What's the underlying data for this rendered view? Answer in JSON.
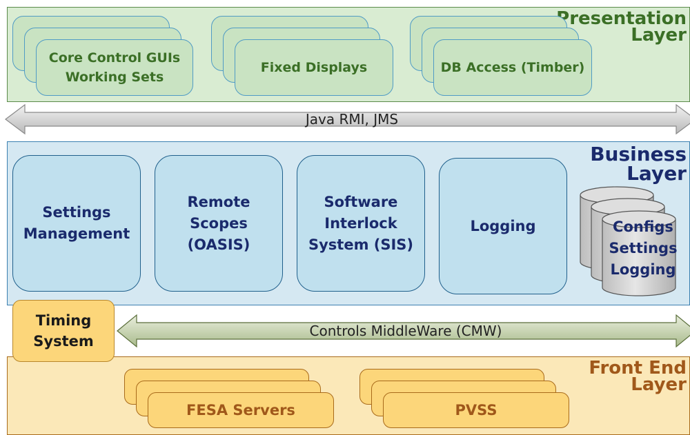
{
  "presentation": {
    "title": "Presentation\nLayer",
    "cards": [
      {
        "label": "Core Control GUIs\nWorking Sets"
      },
      {
        "label": "Fixed Displays"
      },
      {
        "label": "DB Access (Timber)"
      }
    ]
  },
  "rmi_arrow": {
    "label": "Java RMI, JMS"
  },
  "business": {
    "title": "Business\nLayer",
    "boxes": [
      {
        "label": "Settings\nManagement"
      },
      {
        "label": "Remote\nScopes\n(OASIS)"
      },
      {
        "label": "Software\nInterlock\nSystem (SIS)"
      },
      {
        "label": "Logging"
      }
    ],
    "database": {
      "label": "Configs\nSettings\nLogging"
    }
  },
  "timing": {
    "label": "Timing\nSystem"
  },
  "cmw_arrow": {
    "label": "Controls MiddleWare (CMW)"
  },
  "frontend": {
    "title": "Front End\nLayer",
    "cards": [
      {
        "label": "FESA Servers"
      },
      {
        "label": "PVSS"
      }
    ]
  },
  "colors": {
    "presentation_fill": "#d9ecd2",
    "presentation_border": "#5a8a4a",
    "presentation_text": "#3b6f26",
    "business_fill": "#d5e8f2",
    "business_border": "#3a7fb0",
    "business_text": "#1a2a6c",
    "frontend_fill": "#fbe8b8",
    "frontend_border": "#a86a1a",
    "frontend_text": "#a0581a"
  }
}
